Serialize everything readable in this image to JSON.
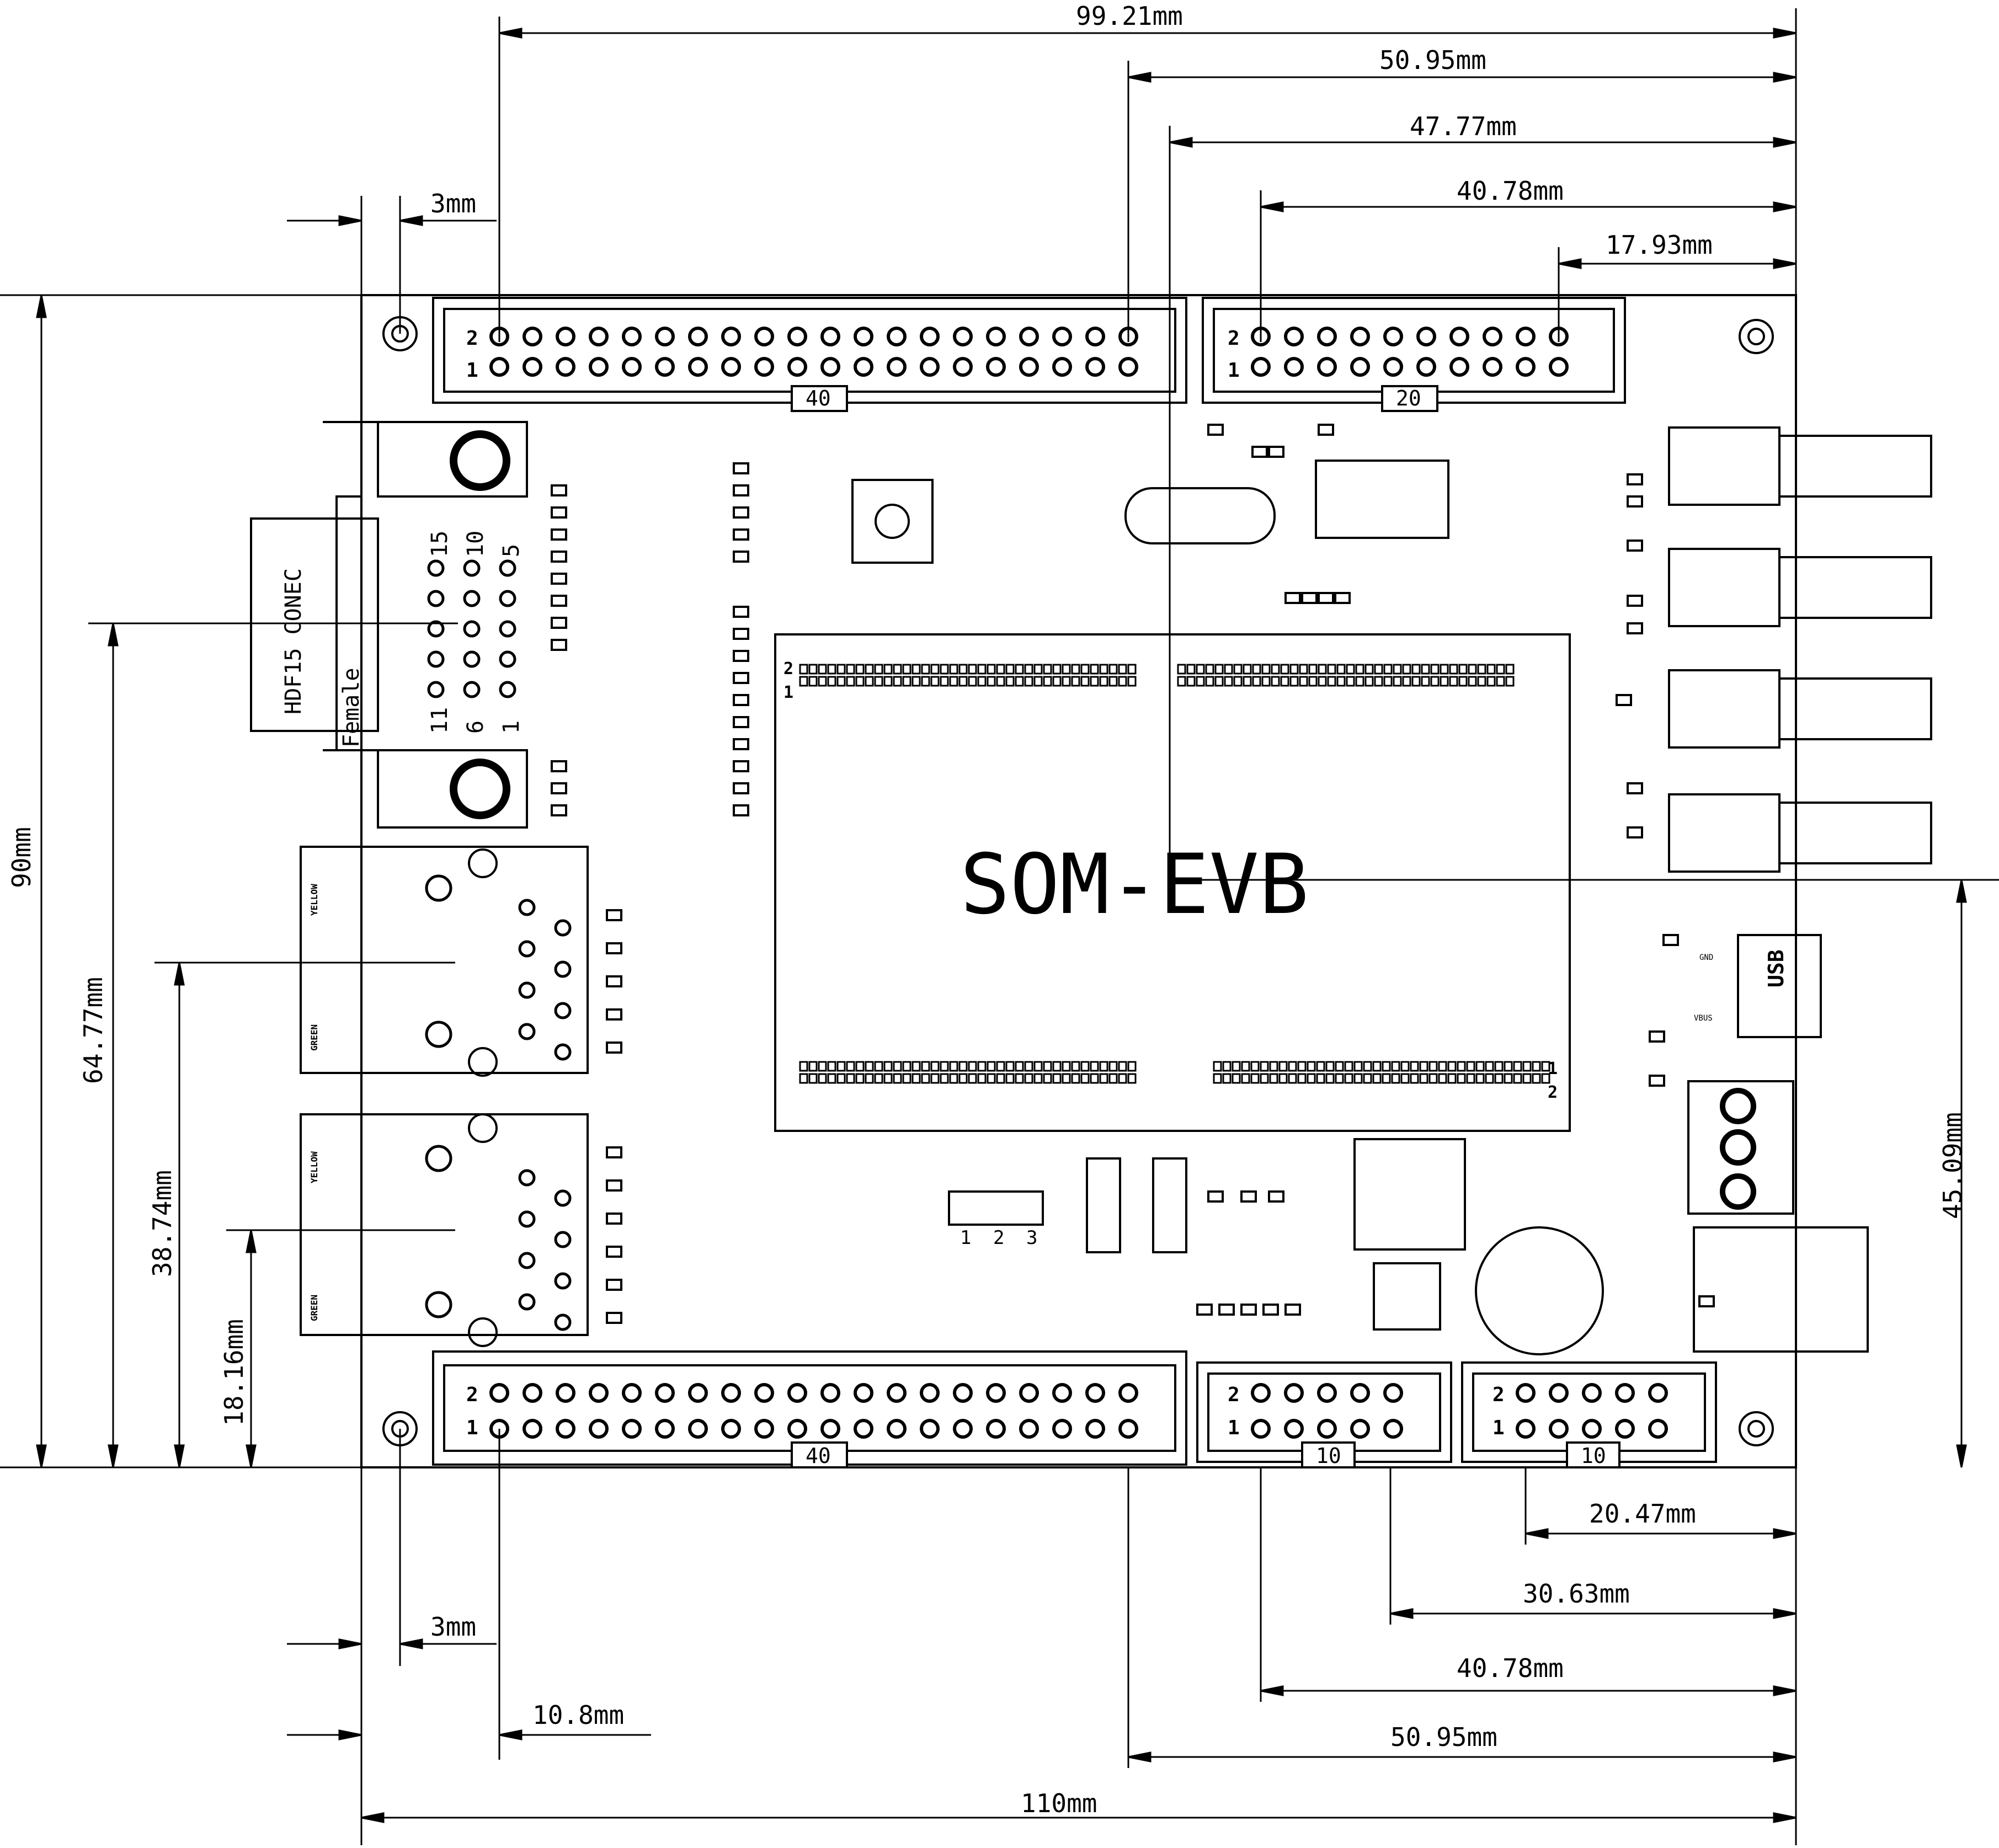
{
  "board": {
    "title": "SOM-EVB",
    "vga_connector": {
      "series": "HDF15 CONEC",
      "gender": "Female",
      "pins": [
        "15",
        "10",
        "5",
        "11",
        "6",
        "1"
      ]
    },
    "usb_label": "USB",
    "usb_pins": [
      "GND",
      "VBUS"
    ],
    "ethernet_led_labels": [
      "YELLOW",
      "GREEN"
    ],
    "jumper_numbers": [
      "1",
      "2",
      "3"
    ]
  },
  "headers": {
    "top_left": {
      "count": "40",
      "pin1": "1",
      "pin2": "2"
    },
    "top_right": {
      "count": "20",
      "pin1": "1",
      "pin2": "2"
    },
    "bottom_left": {
      "count": "40",
      "pin1": "1",
      "pin2": "2"
    },
    "bottom_mid": {
      "count": "10",
      "pin1": "1",
      "pin2": "2"
    },
    "bottom_right": {
      "count": "10",
      "pin1": "1",
      "pin2": "2"
    }
  },
  "som_module": {
    "pin1": "1",
    "pin2": "2"
  },
  "dimensions": {
    "top": [
      "99.21mm",
      "50.95mm",
      "47.77mm",
      "40.78mm",
      "17.93mm",
      "3mm"
    ],
    "bottom": [
      "20.47mm",
      "30.63mm",
      "40.78mm",
      "50.95mm",
      "3mm",
      "10.8mm",
      "110mm"
    ],
    "left": [
      "90mm",
      "64.77mm",
      "38.74mm",
      "18.16mm"
    ],
    "right": [
      "45.09mm"
    ]
  }
}
